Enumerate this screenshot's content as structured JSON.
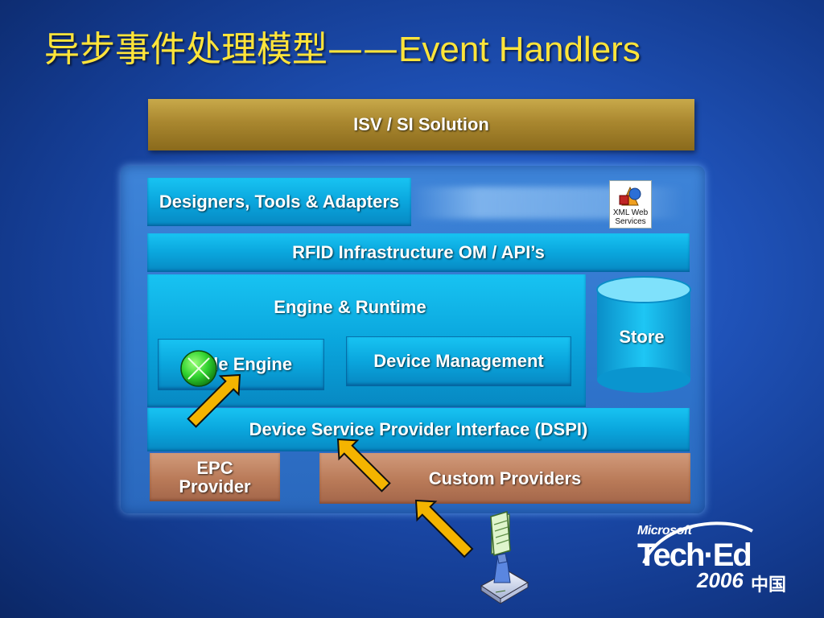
{
  "slide": {
    "title_cn": "异步事件处理模型——",
    "title_en": "Event Handlers"
  },
  "diagram": {
    "isv": "ISV / SI Solution",
    "designers": "Designers, Tools & Adapters",
    "xml_web_services": "XML Web Services",
    "rfid_om": "RFID Infrastructure OM / API’s",
    "engine_runtime": "Engine & Runtime",
    "rules_engine": "Rule Engine",
    "device_management": "Device Management",
    "store": "Store",
    "dspi": "Device Service Provider Interface (DSPI)",
    "epc_provider": "EPC Provider",
    "custom_providers": "Custom Providers"
  },
  "colors": {
    "title": "#ffe43a",
    "isv_gold": "#a9872f",
    "cyan_box": "#0aa6dd",
    "copper_box": "#b97a58",
    "arrow_fill": "#f4b400",
    "event_ball": "#2fd12f"
  },
  "branding": {
    "microsoft": "Microsoft",
    "teched": "Tech·Ed",
    "year": "2006",
    "region": "中国"
  }
}
